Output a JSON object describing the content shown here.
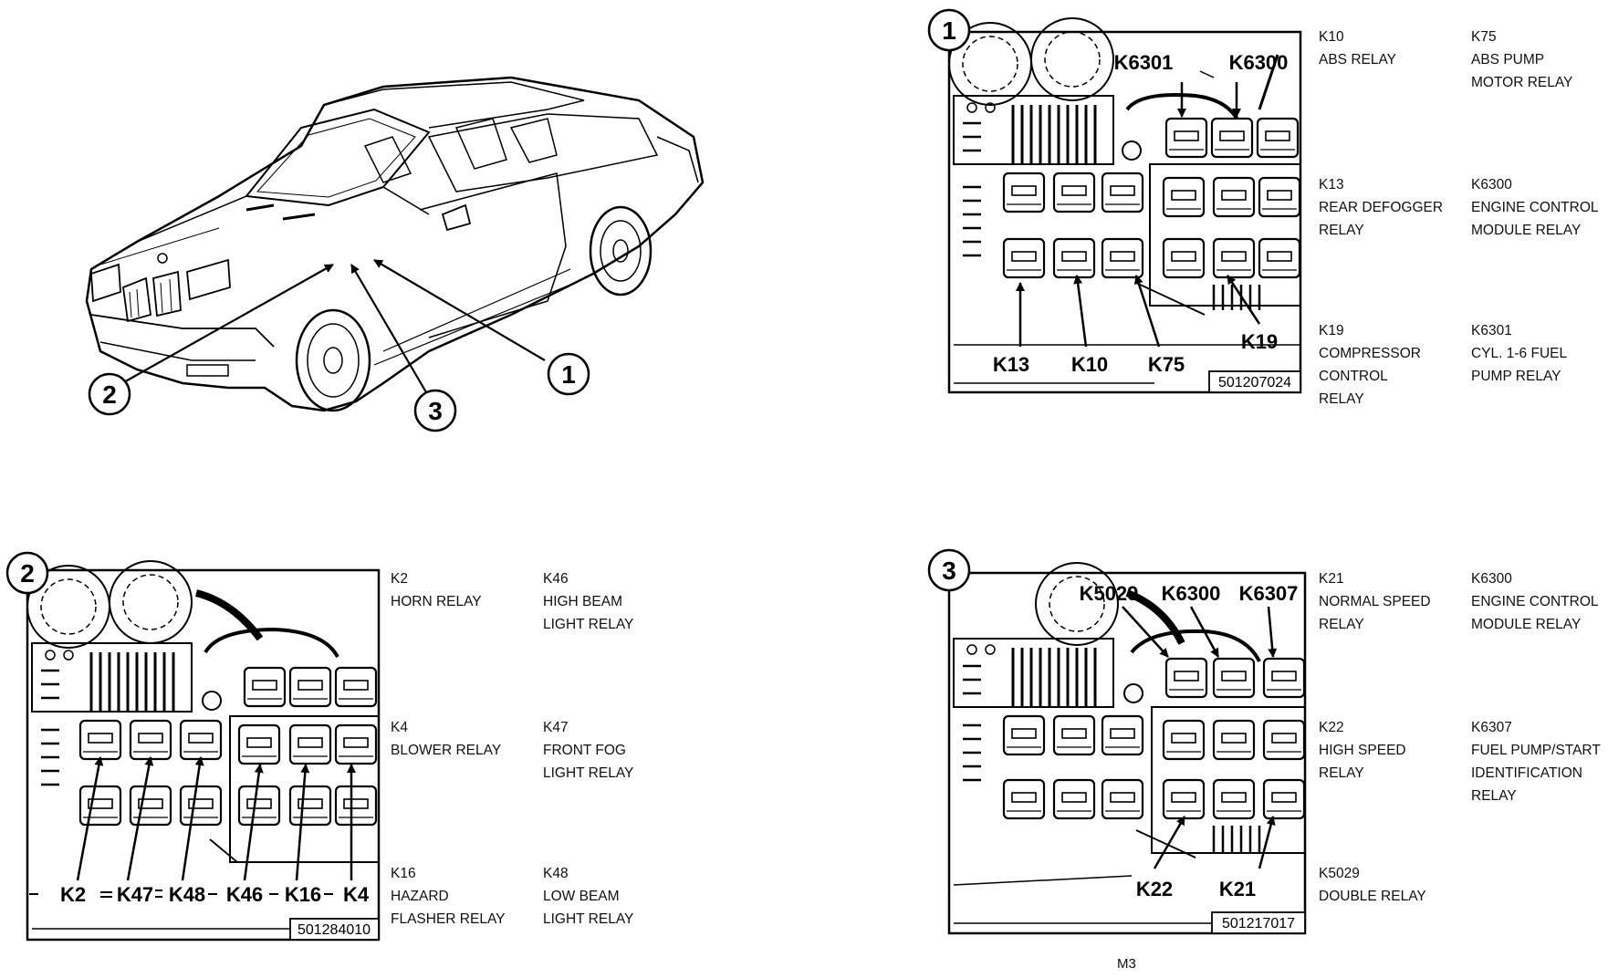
{
  "callouts": {
    "c1": "1",
    "c2": "2",
    "c3": "3"
  },
  "panel1": {
    "number": "1",
    "code": "501207024",
    "labels": {
      "k6301": "K6301",
      "k6300": "K6300",
      "k13": "K13",
      "k10": "K10",
      "k75": "K75",
      "k19": "K19"
    },
    "legend": [
      {
        "code": "K10",
        "lines": [
          "ABS RELAY"
        ]
      },
      {
        "code": "K75",
        "lines": [
          "ABS PUMP",
          "MOTOR RELAY"
        ]
      },
      {
        "code": "K13",
        "lines": [
          "REAR DEFOGGER",
          "RELAY"
        ]
      },
      {
        "code": "K6300",
        "lines": [
          "ENGINE CONTROL",
          "MODULE RELAY"
        ]
      },
      {
        "code": "K19",
        "lines": [
          "COMPRESSOR",
          "CONTROL",
          "RELAY"
        ]
      },
      {
        "code": "K6301",
        "lines": [
          "CYL. 1-6 FUEL",
          "PUMP RELAY"
        ]
      }
    ]
  },
  "panel2": {
    "number": "2",
    "code": "501284010",
    "labels": {
      "k2": "K2",
      "k47": "K47",
      "k48": "K48",
      "k46": "K46",
      "k16": "K16",
      "k4": "K4"
    },
    "legend": [
      {
        "code": "K2",
        "lines": [
          "HORN RELAY"
        ]
      },
      {
        "code": "K46",
        "lines": [
          "HIGH BEAM",
          "LIGHT RELAY"
        ]
      },
      {
        "code": "K4",
        "lines": [
          "BLOWER RELAY"
        ]
      },
      {
        "code": "K47",
        "lines": [
          "FRONT FOG",
          "LIGHT RELAY"
        ]
      },
      {
        "code": "K16",
        "lines": [
          "HAZARD",
          "FLASHER RELAY"
        ]
      },
      {
        "code": "K48",
        "lines": [
          "LOW BEAM",
          "LIGHT RELAY"
        ]
      }
    ]
  },
  "panel3": {
    "number": "3",
    "code": "501217017",
    "labels": {
      "k5029": "K5029",
      "k6300": "K6300",
      "k6307": "K6307",
      "k22": "K22",
      "k21": "K21"
    },
    "legend": [
      {
        "code": "K21",
        "lines": [
          "NORMAL SPEED",
          "RELAY"
        ]
      },
      {
        "code": "K6300",
        "lines": [
          "ENGINE CONTROL",
          "MODULE RELAY"
        ]
      },
      {
        "code": "K22",
        "lines": [
          "HIGH SPEED",
          "RELAY"
        ]
      },
      {
        "code": "K6307",
        "lines": [
          "FUEL PUMP/START",
          "IDENTIFICATION",
          "RELAY"
        ]
      },
      {
        "code": "K5029",
        "lines": [
          "DOUBLE RELAY"
        ]
      }
    ]
  },
  "page_number": "M3"
}
